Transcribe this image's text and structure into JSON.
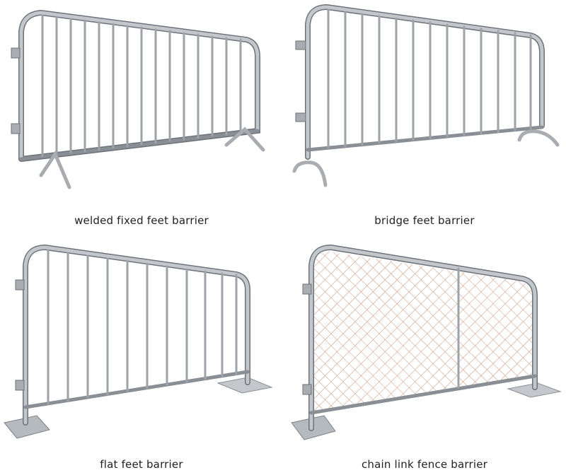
{
  "barriers": [
    {
      "id": "welded",
      "caption": "welded fixed feet barrier"
    },
    {
      "id": "bridge",
      "caption": "bridge feet barrier"
    },
    {
      "id": "flat",
      "caption": "flat feet barrier"
    },
    {
      "id": "chain",
      "caption": "chain link fence barrier"
    }
  ],
  "colors": {
    "steel": "#a9adb2",
    "steel_dark": "#6e737a",
    "steel_light": "#dfe2e5",
    "mesh": "#c9987c",
    "caption_text": "#222222"
  }
}
